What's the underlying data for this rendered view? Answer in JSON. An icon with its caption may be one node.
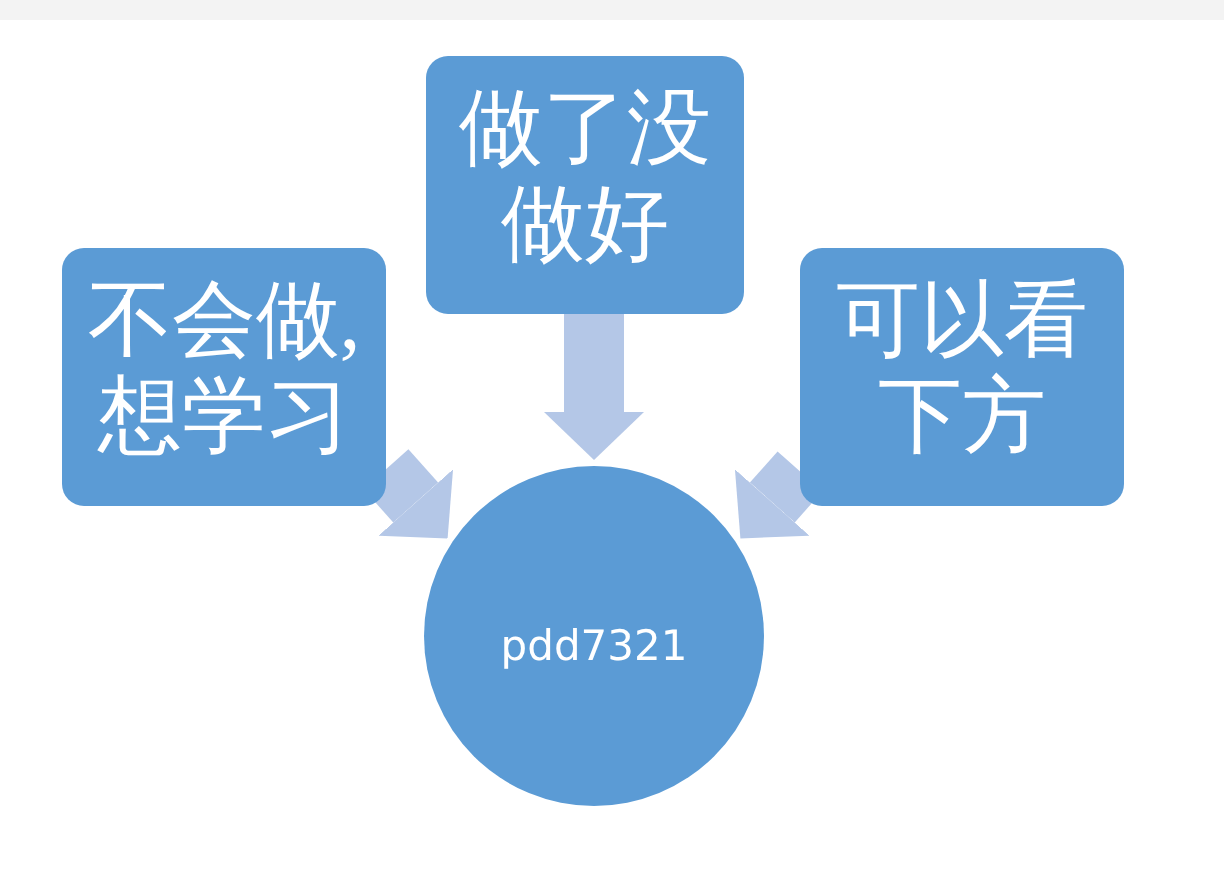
{
  "diagram": {
    "nodes": [
      {
        "text": [
          "做了没做好"
        ]
      },
      {
        "text": [
          "不会做,想学习"
        ]
      },
      {
        "text": [
          "可以看下方"
        ]
      },
      {
        "text": [
          "pdd7321"
        ]
      }
    ],
    "edges": [
      {
        "from": 0,
        "to": 3,
        "arrow": "to"
      },
      {
        "from": 1,
        "to": 3,
        "arrow": "to"
      },
      {
        "from": 2,
        "to": 3,
        "arrow": "to"
      }
    ]
  }
}
